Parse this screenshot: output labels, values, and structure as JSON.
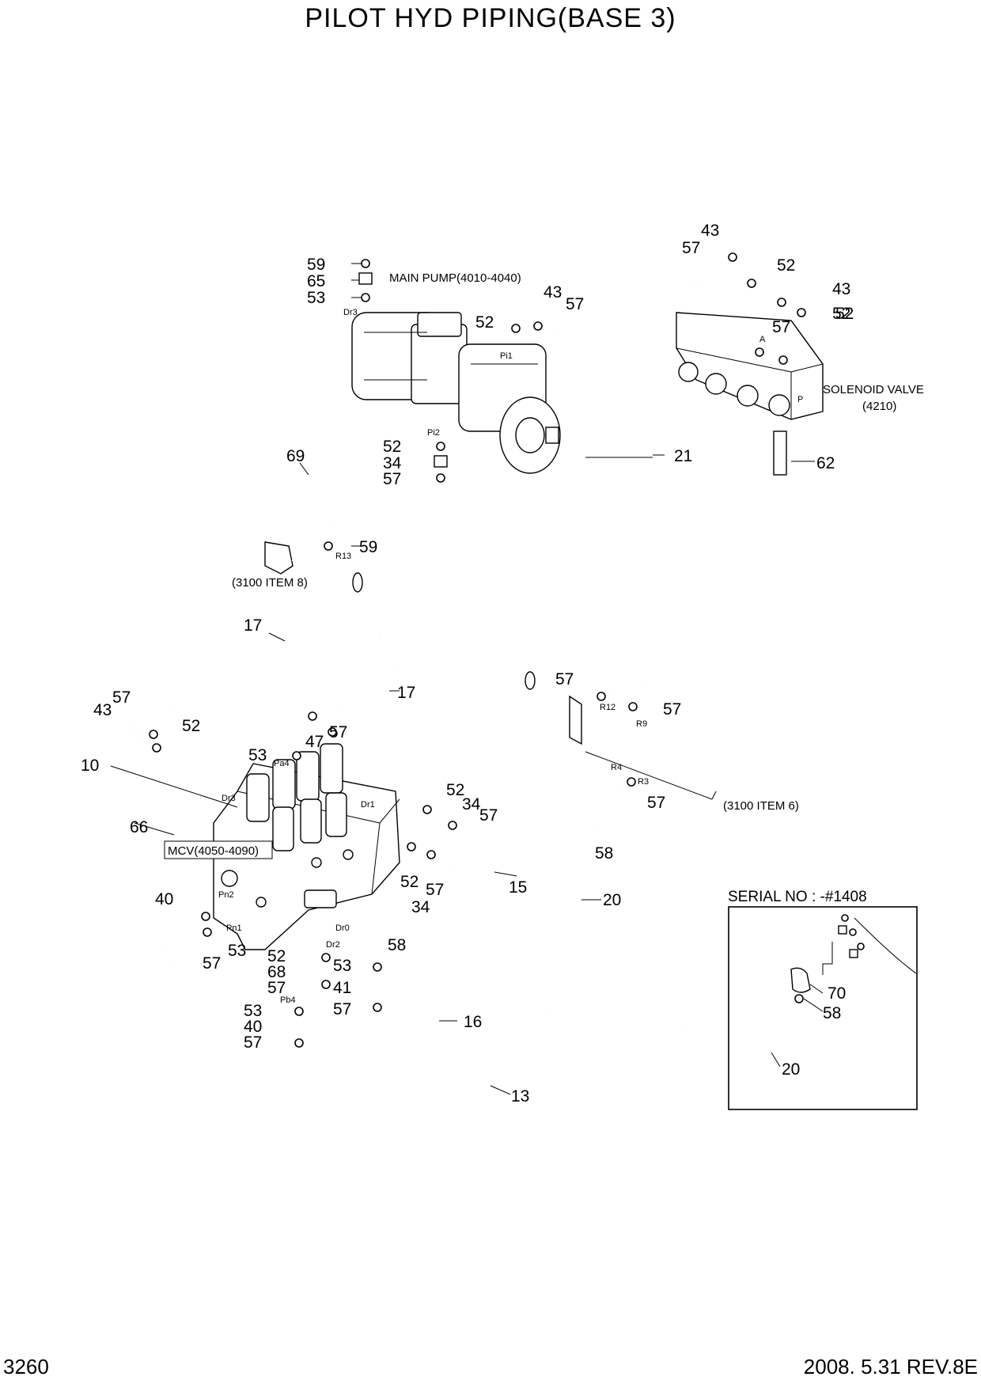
{
  "title": "PILOT HYD PIPING(BASE 3)",
  "footer": {
    "page_number": "3260",
    "revision": "2008. 5.31  REV.8E"
  },
  "components": {
    "main_pump": "MAIN PUMP(4010-4040)",
    "solenoid_valve": "SOLENOID VALVE",
    "solenoid_valve_code": "(4210)",
    "mcv": "MCV(4050-4090)",
    "ref_item8": "(3100 ITEM 8)",
    "ref_item6": "(3100 ITEM 6)",
    "inset_title": "SERIAL NO : -#1408"
  },
  "port_labels": [
    "Dr3",
    "Pi1",
    "Pi2",
    "R13",
    "Pa4",
    "Dr3",
    "Pn2",
    "Pn1",
    "Dr1",
    "Dr0",
    "Dr2",
    "Pb4",
    "R12",
    "R9",
    "R4",
    "R3",
    "R4",
    "P",
    "A"
  ],
  "callouts": [
    "59",
    "65",
    "53",
    "43",
    "57",
    "52",
    "52",
    "43",
    "57",
    "52",
    "57",
    "43",
    "52",
    "21",
    "62",
    "69",
    "52",
    "34",
    "57",
    "59",
    "17",
    "17",
    "57",
    "43",
    "52",
    "47",
    "57",
    "53",
    "10",
    "66",
    "52",
    "34",
    "57",
    "52",
    "57",
    "34",
    "15",
    "57",
    "57",
    "57",
    "58",
    "20",
    "40",
    "57",
    "53",
    "52",
    "68",
    "57",
    "53",
    "41",
    "57",
    "58",
    "53",
    "40",
    "57",
    "16",
    "13",
    "70",
    "58",
    "20"
  ]
}
